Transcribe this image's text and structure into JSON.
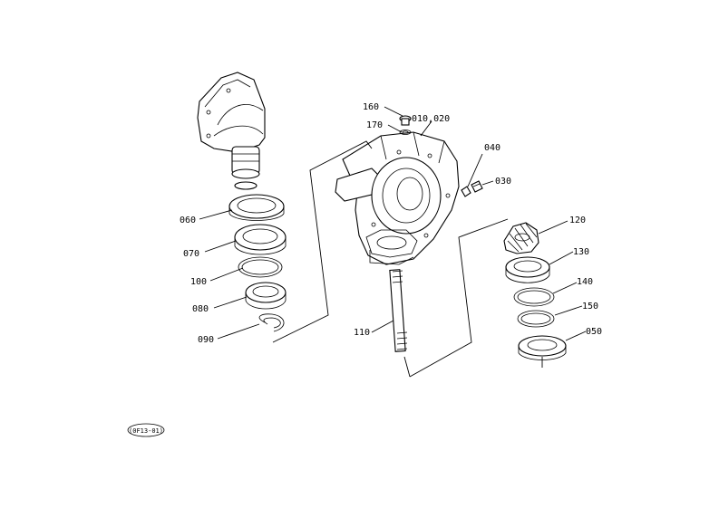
{
  "diagram": {
    "labels": {
      "p010_020": "010,020",
      "p030": "030",
      "p040": "040",
      "p050": "050",
      "p060": "060",
      "p070": "070",
      "p080": "080",
      "p090": "090",
      "p100": "100",
      "p110": "110",
      "p120": "120",
      "p130": "130",
      "p140": "140",
      "p150": "150",
      "p160": "160",
      "p170": "170"
    },
    "drawing_code": "(0F13-01)"
  }
}
